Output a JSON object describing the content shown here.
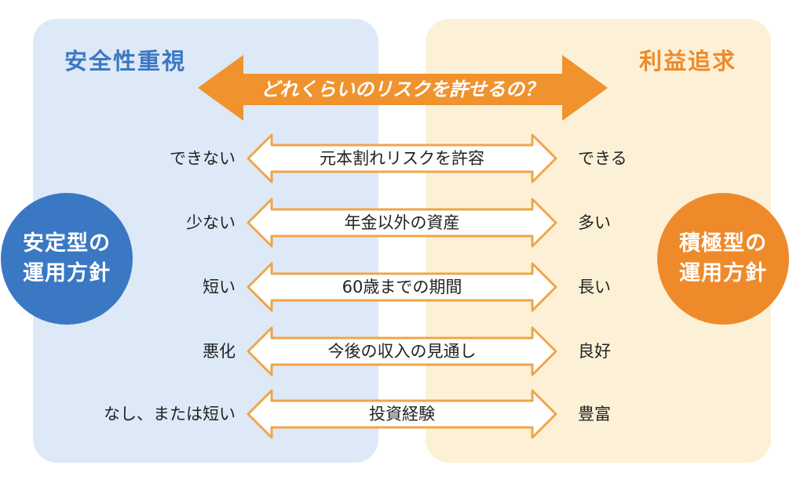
{
  "left_panel": {
    "title": "安全性重視",
    "circle": [
      "安定型の",
      "運用方針"
    ],
    "color": "#3b78c3",
    "background": "#dde9f6"
  },
  "right_panel": {
    "title": "利益追求",
    "circle": [
      "積極型の",
      "運用方針"
    ],
    "color": "#ef8a2a",
    "background": "#fcf1d7"
  },
  "banner": {
    "text": "どれくらいのリスクを許せるの？",
    "color": "#f0922e"
  },
  "rows": [
    {
      "left": "できない",
      "center": "元本割れリスクを許容",
      "right": "できる"
    },
    {
      "left": "少ない",
      "center": "年金以外の資産",
      "right": "多い"
    },
    {
      "left": "短い",
      "center": "60歳までの期間",
      "right": "長い"
    },
    {
      "left": "悪化",
      "center": "今後の収入の見通し",
      "right": "良好"
    },
    {
      "left": "なし、または短い",
      "center": "投資経験",
      "right": "豊富"
    }
  ],
  "row_arrow": {
    "outline_color": "#f0a548",
    "fill_color": "#ffffff"
  }
}
